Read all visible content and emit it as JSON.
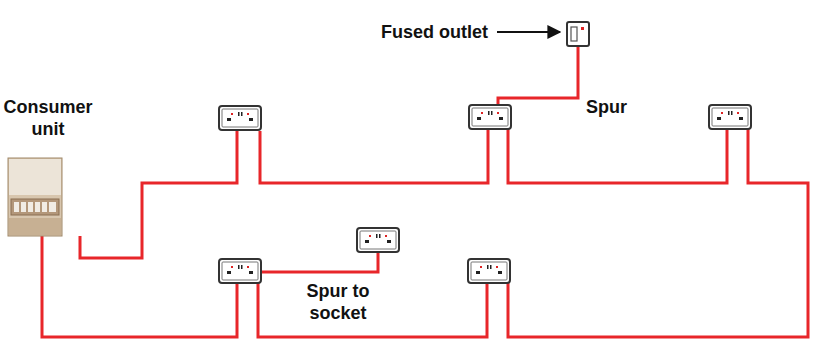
{
  "diagram": {
    "nodes": [
      {
        "text": [
          "Consumer unit"
        ]
      }
    ],
    "labels": [
      "Fused outlet",
      "Spur",
      "Spur to socket"
    ]
  }
}
